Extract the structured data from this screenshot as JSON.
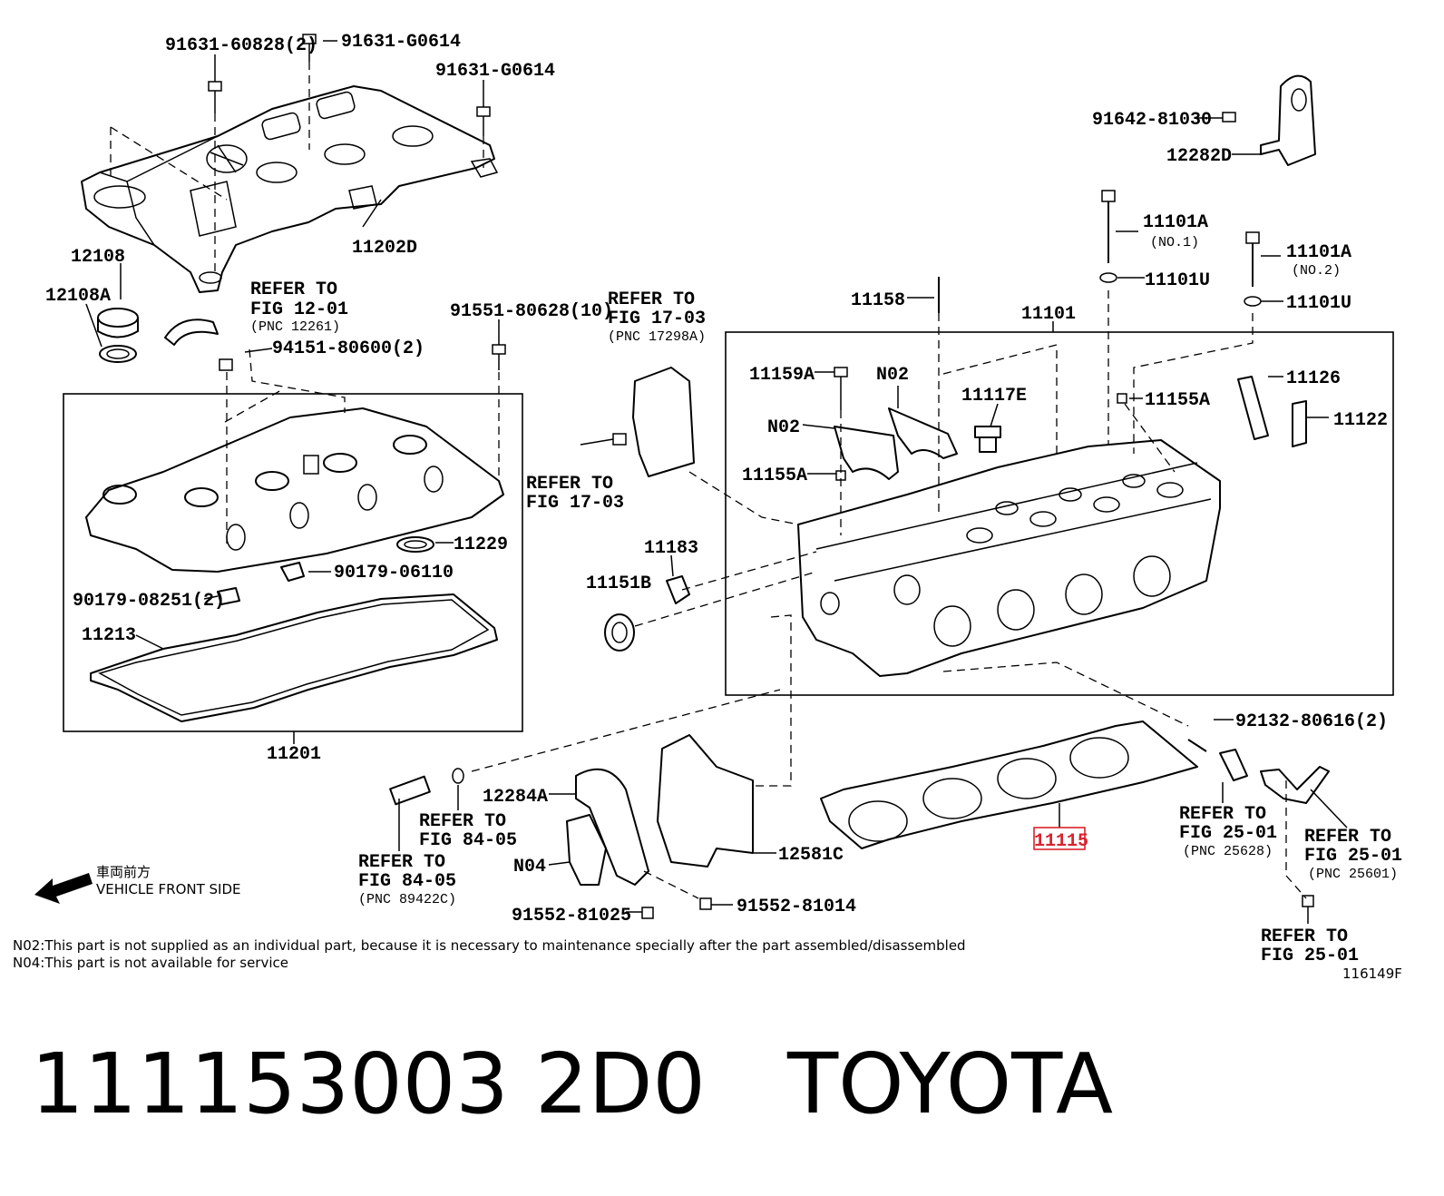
{
  "diagram": {
    "callouts": {
      "p91631_60828": "91631-60828(2)",
      "p91631_g0614_a": "91631-G0614",
      "p91631_g0614_b": "91631-G0614",
      "p11202d": "11202D",
      "p12108": "12108",
      "p12108a": "12108A",
      "p94151": "94151-80600(2)",
      "p91551": "91551-80628(10)",
      "p11229": "11229",
      "p90179_06110": "90179-06110",
      "p90179_08251": "90179-08251(2)",
      "p11213": "11213",
      "p11201": "11201",
      "p91642": "91642-81030",
      "p12282d": "12282D",
      "p11101a_1": "11101A",
      "no1": "(NO.1)",
      "p11101a_2": "11101A",
      "no2": "(NO.2)",
      "p11101u_1": "11101U",
      "p11101u_2": "11101U",
      "p11158": "11158",
      "p11101": "11101",
      "p11159a": "11159A",
      "n02_a": "N02",
      "n02_b": "N02",
      "p11117e": "11117E",
      "p11155a_1": "11155A",
      "p11155a_2": "11155A",
      "p11126": "11126",
      "p11122": "11122",
      "p11183": "11183",
      "p11151b": "11151B",
      "p92132": "92132-80616(2)",
      "p11115": "11115",
      "p12284a": "12284A",
      "n04": "N04",
      "p12581c": "12581C",
      "p91552_81025": "91552-81025",
      "p91552_81014": "91552-81014"
    },
    "refs": {
      "r12_01": {
        "l1": "REFER TO",
        "l2": "FIG 12-01",
        "l3": "(PNC 12261)"
      },
      "r17_03a": {
        "l1": "REFER TO",
        "l2": "FIG 17-03",
        "l3": "(PNC 17298A)"
      },
      "r17_03b": {
        "l1": "REFER TO",
        "l2": "FIG 17-03"
      },
      "r84_05a": {
        "l1": "REFER TO",
        "l2": "FIG 84-05"
      },
      "r84_05b": {
        "l1": "REFER TO",
        "l2": "FIG 84-05",
        "l3": "(PNC 89422C)"
      },
      "r25_01a": {
        "l1": "REFER TO",
        "l2": "FIG 25-01",
        "l3": "(PNC 25628)"
      },
      "r25_01b": {
        "l1": "REFER TO",
        "l2": "FIG 25-01",
        "l3": "(PNC 25601)"
      },
      "r25_01c": {
        "l1": "REFER TO",
        "l2": "FIG 25-01"
      }
    },
    "front": {
      "jp": "車両前方",
      "en": "VEHICLE FRONT SIDE"
    },
    "notes": {
      "n02": "N02:This part is not supplied as an individual part, because it is necessary to maintenance specially after the part assembled/disassembled",
      "n04": "N04:This part is not available for service"
    },
    "fig_id": "116149F",
    "highlight_color": "#d9232e"
  },
  "footer": {
    "part_code": "111153003 2D0",
    "brand": "TOYOTA"
  }
}
